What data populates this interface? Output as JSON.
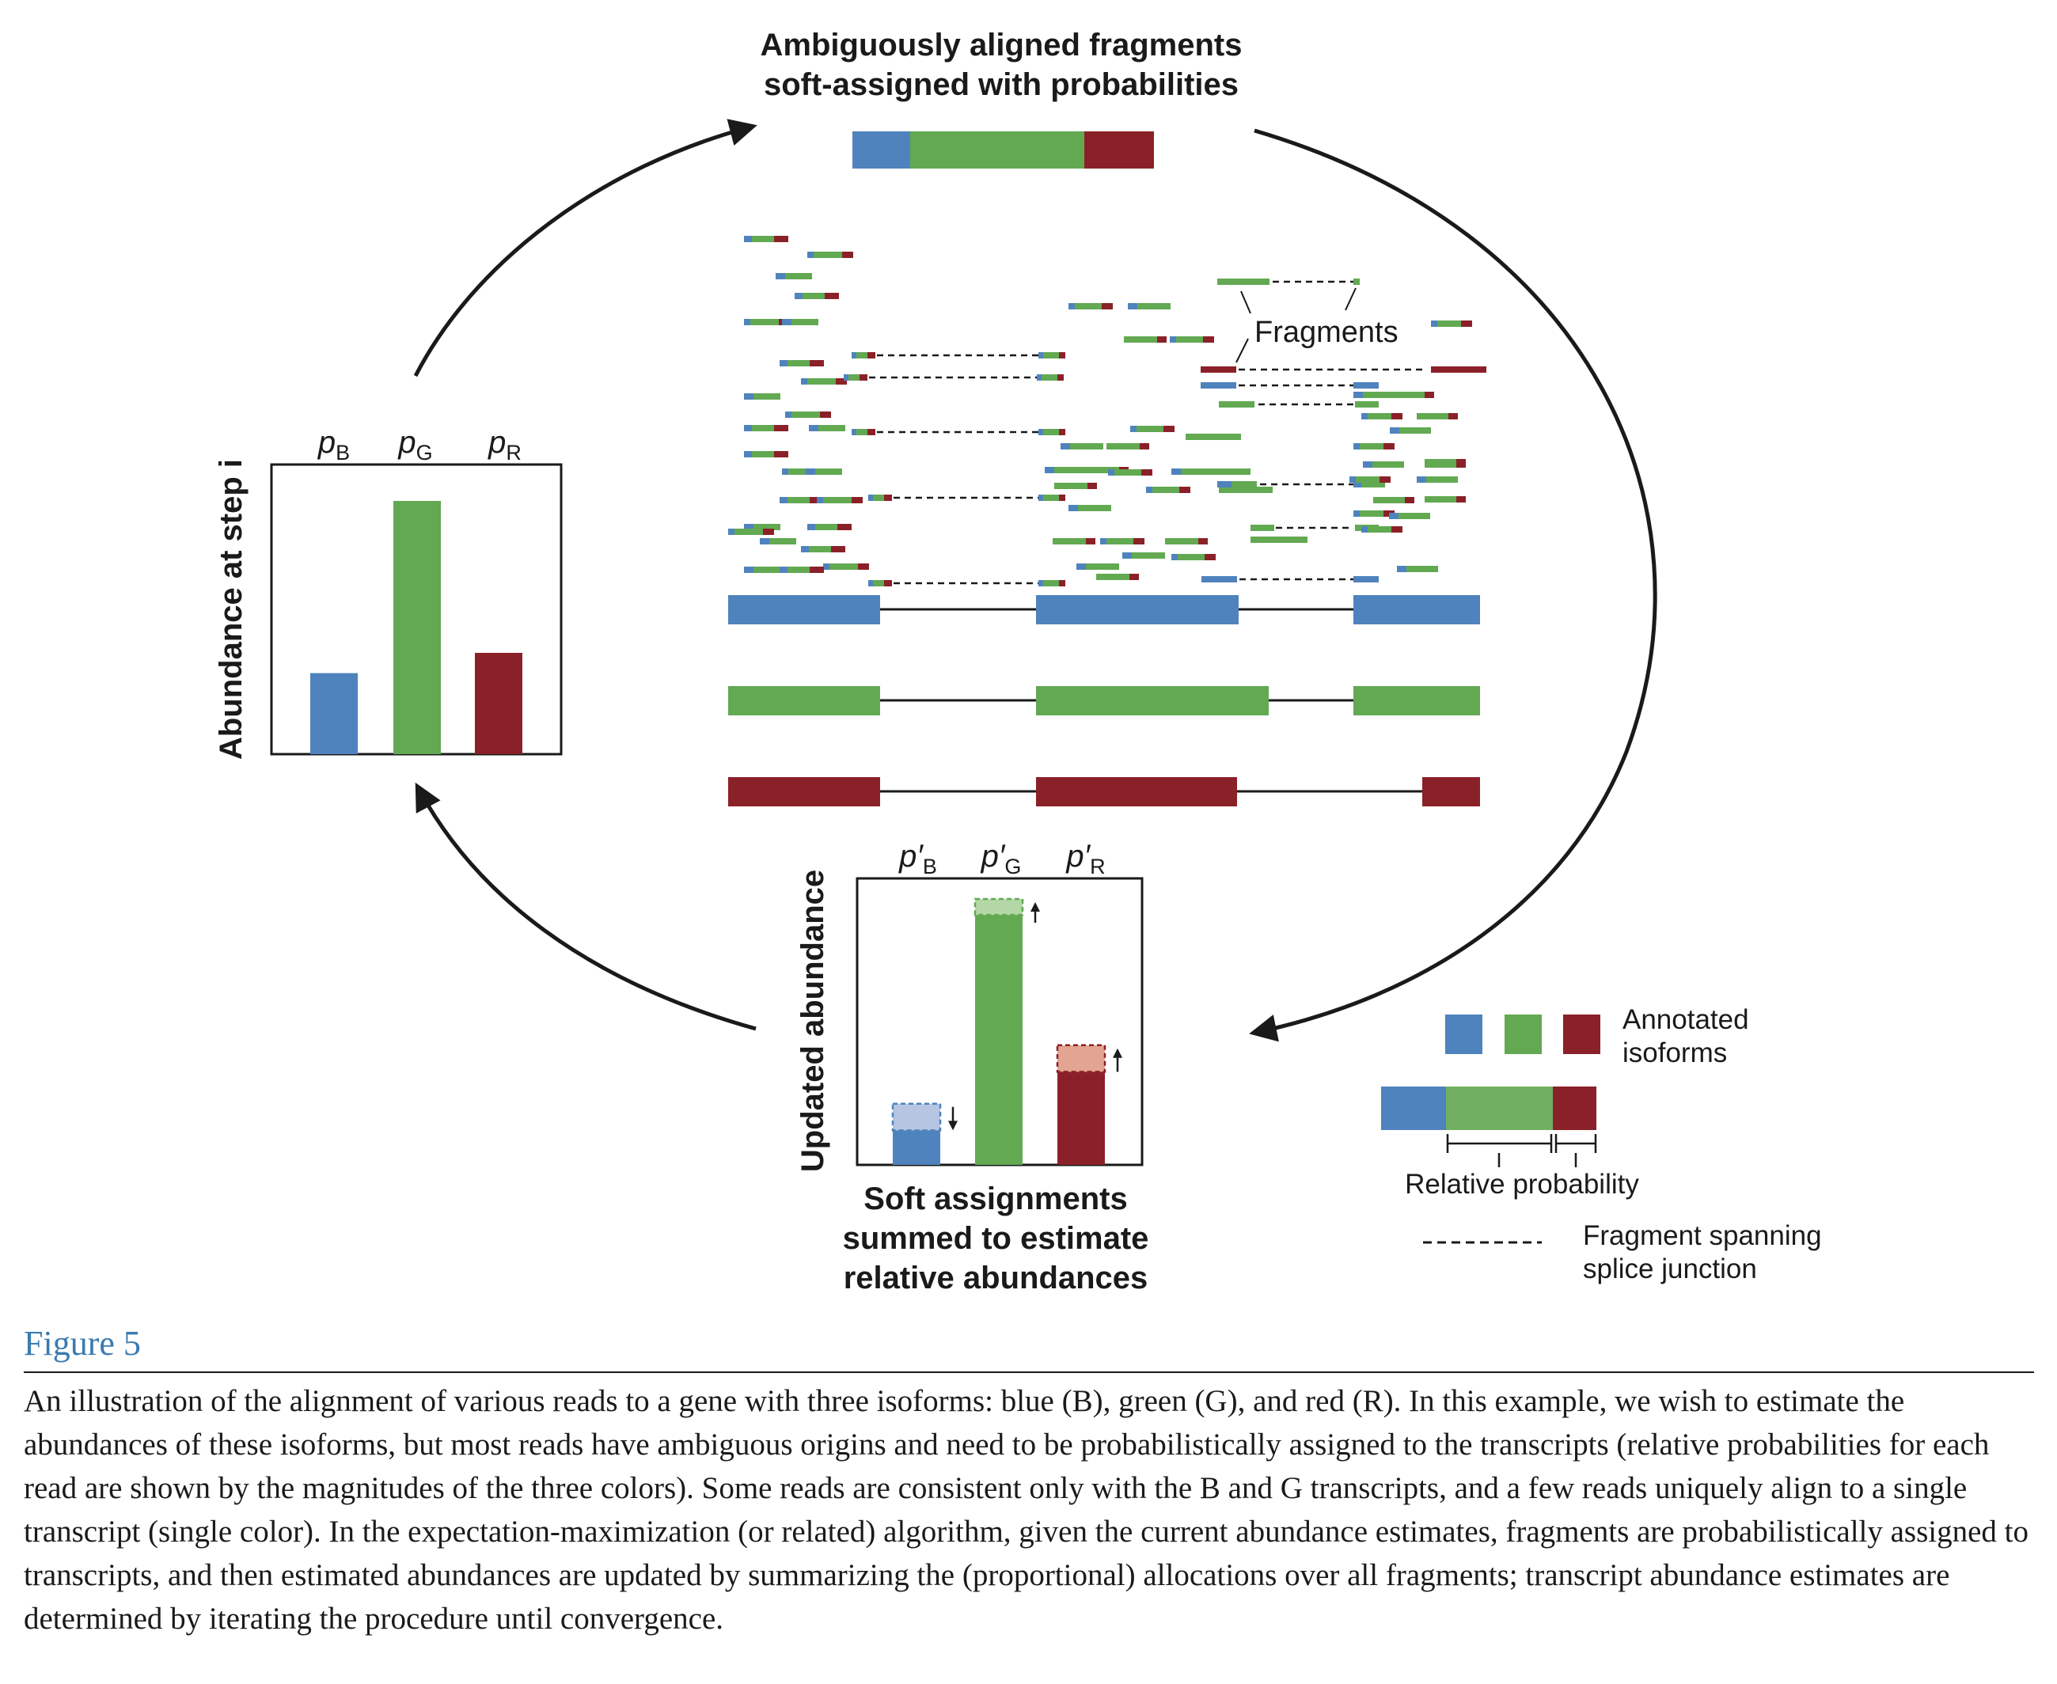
{
  "colors": {
    "blue": "#4f83bd",
    "green": "#62a952",
    "red": "#8b2128",
    "light_green": "#72b061"
  },
  "top_title": {
    "line1": "Ambiguously aligned fragments",
    "line2": "soft-assigned with probabilities"
  },
  "fragments_label": "Fragments",
  "left_panel": {
    "y_label": "Abundance at step i",
    "columns": [
      {
        "label": "p",
        "sub": "B",
        "value": 0.32
      },
      {
        "label": "p",
        "sub": "G",
        "value": 1.0
      },
      {
        "label": "p",
        "sub": "R",
        "value": 0.4
      }
    ]
  },
  "bottom_panel": {
    "y_label": "Updated abundance",
    "columns": [
      {
        "label": "p′",
        "sub": "B",
        "value": 0.13,
        "prev": 0.23,
        "direction": "↓"
      },
      {
        "label": "p′",
        "sub": "G",
        "value": 0.94,
        "prev": 1.0,
        "direction": "↑"
      },
      {
        "label": "p′",
        "sub": "R",
        "value": 0.35,
        "prev": 0.45,
        "direction": "↑"
      }
    ],
    "caption": {
      "line1": "Soft assignments",
      "line2": "summed to estimate",
      "line3": "relative abundances"
    }
  },
  "legend": {
    "isoforms_line1": "Annotated",
    "isoforms_line2": "isoforms",
    "relative_probability": "Relative probability",
    "splice_line1": "Fragment spanning",
    "splice_line2": "splice junction"
  },
  "figure_label": "Figure 5",
  "caption": "An illustration of the alignment of various reads to a gene with three isoforms: blue (B), green (G), and red (R). In this example, we wish to estimate the abundances of these isoforms, but most reads have ambiguous origins and need to be probabilistically assigned to the transcripts (relative probabilities for each read are shown by the magnitudes of the three colors). Some reads are consistent only with the B and G transcripts, and a few reads uniquely align to a single transcript (single color). In the expectation-maximization (or related) algorithm, given the current abundance estimates, fragments are probabilistically assigned to transcripts, and then estimated abundances are updated by summarizing the (proportional) allocations over all fragments; transcript abundance estimates are determined by iterating the procedure until convergence."
}
